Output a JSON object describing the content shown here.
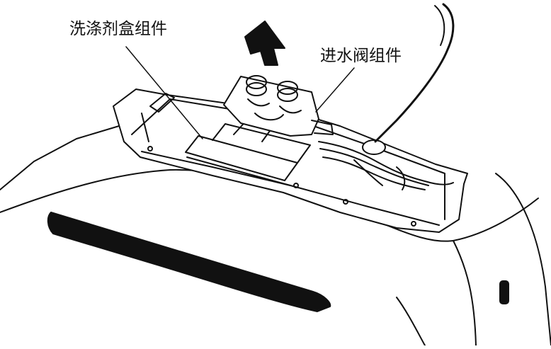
{
  "figure": {
    "labels": {
      "detergent_box_assembly": "洗涤剂盒组件",
      "water_inlet_valve_assembly": "进水阀组件"
    },
    "arrow_direction": "up-left",
    "line_color": "#111111",
    "background_color": "#ffffff"
  }
}
